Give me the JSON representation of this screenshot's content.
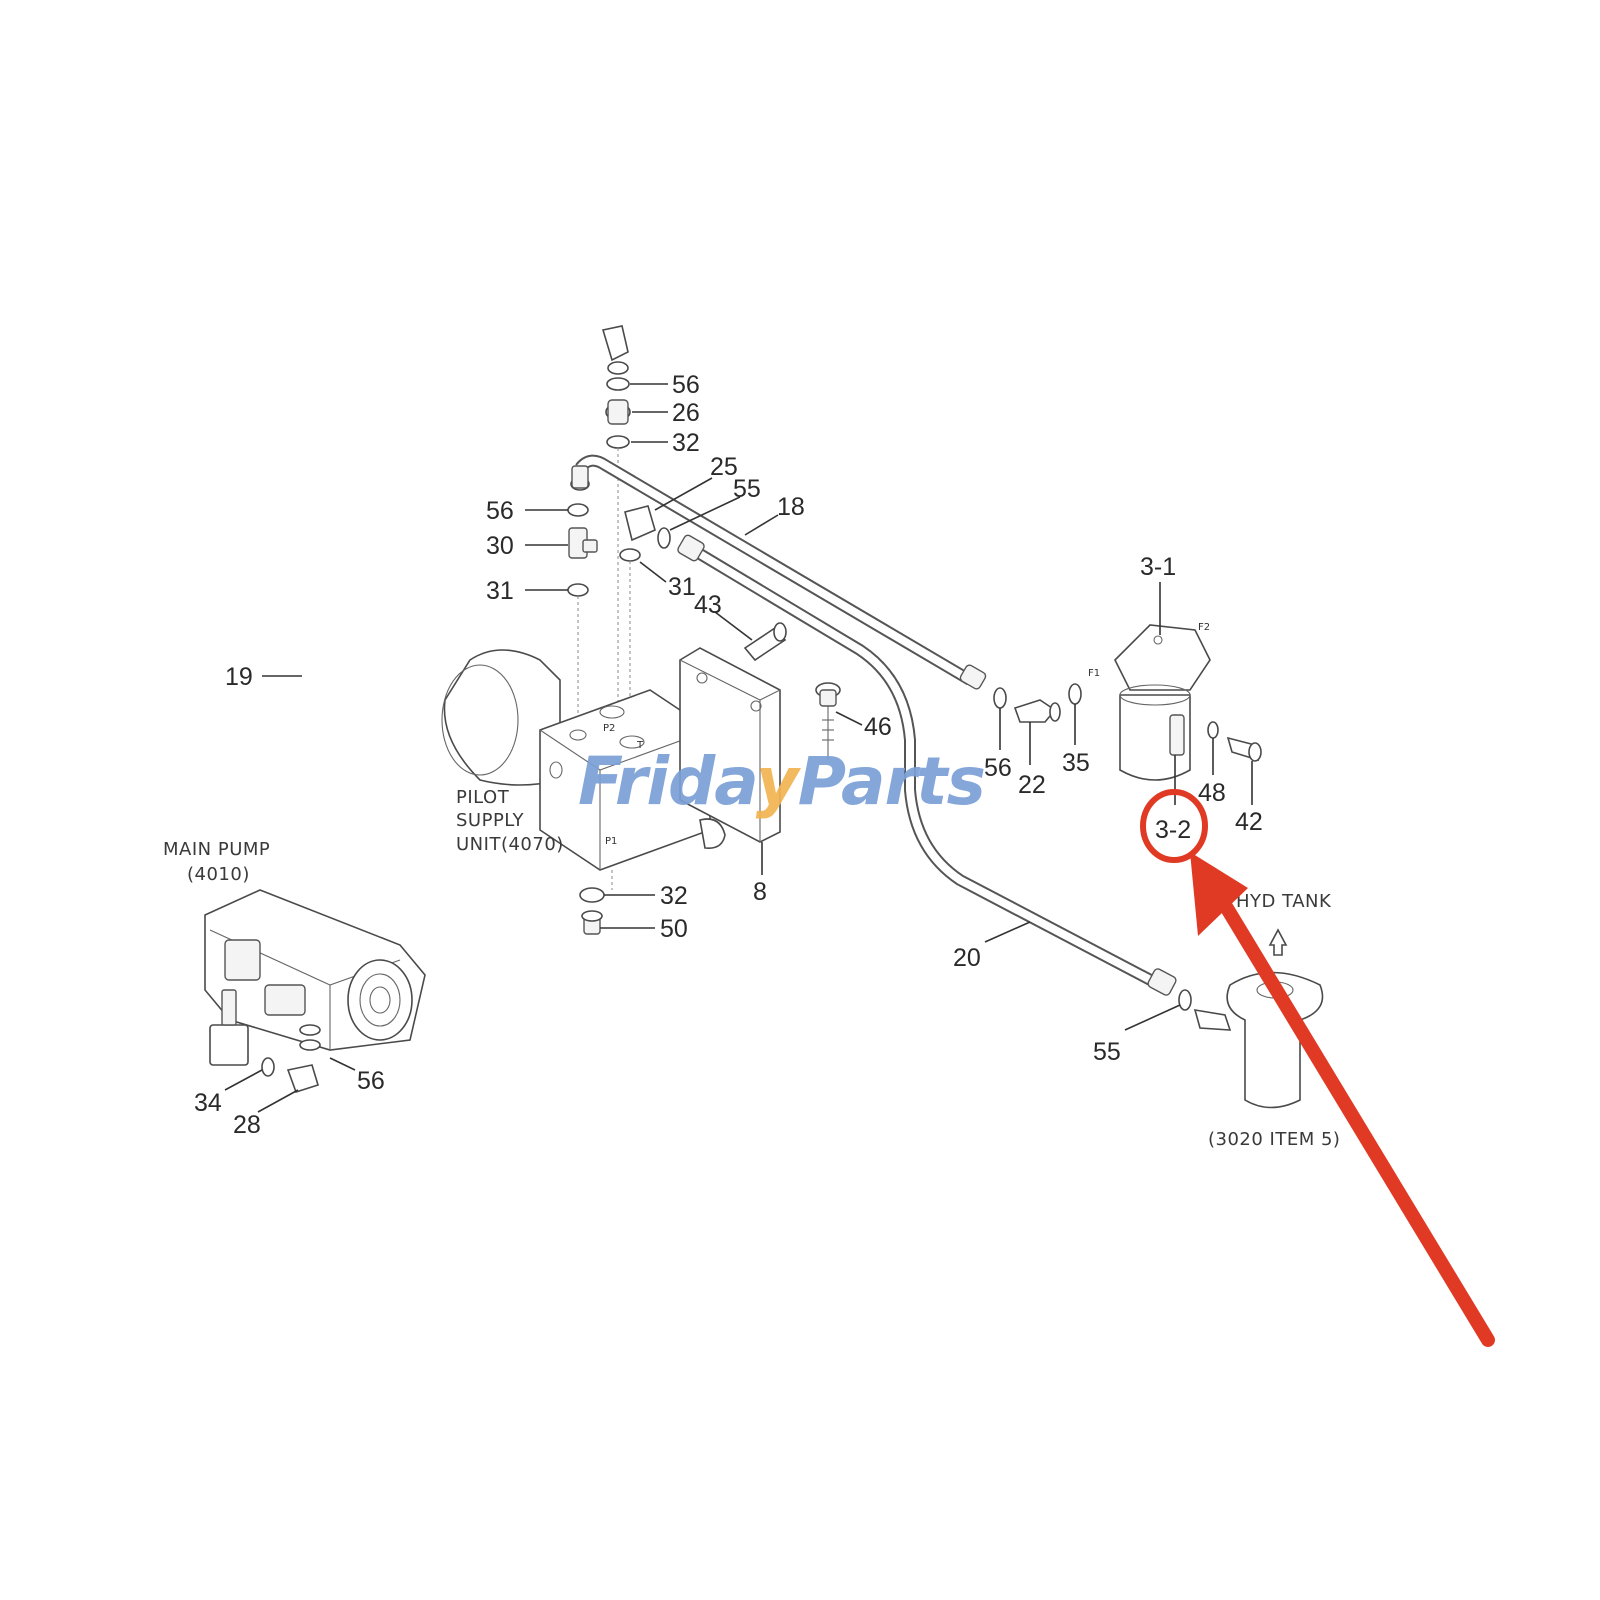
{
  "labels": {
    "main_pump": "MAIN PUMP",
    "main_pump_ref": "(4010)",
    "pilot_l1": "PILOT",
    "pilot_l2": "SUPPLY",
    "pilot_l3": "UNIT(4070)",
    "hyd_tank": "HYD TANK",
    "tank_ref": "(3020 ITEM 5)",
    "port_p1": "P1",
    "port_p2": "P2",
    "port_t": "T",
    "port_f1": "F1",
    "port_f2": "F2"
  },
  "callouts": {
    "c56_top": "56",
    "c26": "26",
    "c32_top": "32",
    "c25": "25",
    "c55_top": "55",
    "c18": "18",
    "c56_left": "56",
    "c30": "30",
    "c31_left": "31",
    "c31_mid": "31",
    "c43": "43",
    "c19": "19",
    "c46": "46",
    "c56_mid": "56",
    "c22": "22",
    "c35": "35",
    "c3_1": "3-1",
    "c48": "48",
    "c42": "42",
    "c3_2": "3-2",
    "c8": "8",
    "c32_bottom": "32",
    "c50": "50",
    "c20": "20",
    "c55_bottom": "55",
    "c34": "34",
    "c28": "28",
    "c56_bottom": "56"
  },
  "watermark": {
    "part1": "Frida",
    "part2": "y",
    "part3": "Parts",
    "color_blue": "#7a9fd6",
    "color_orange": "#f2b451"
  },
  "highlight": {
    "color": "#e03a24",
    "target": "3-2"
  }
}
